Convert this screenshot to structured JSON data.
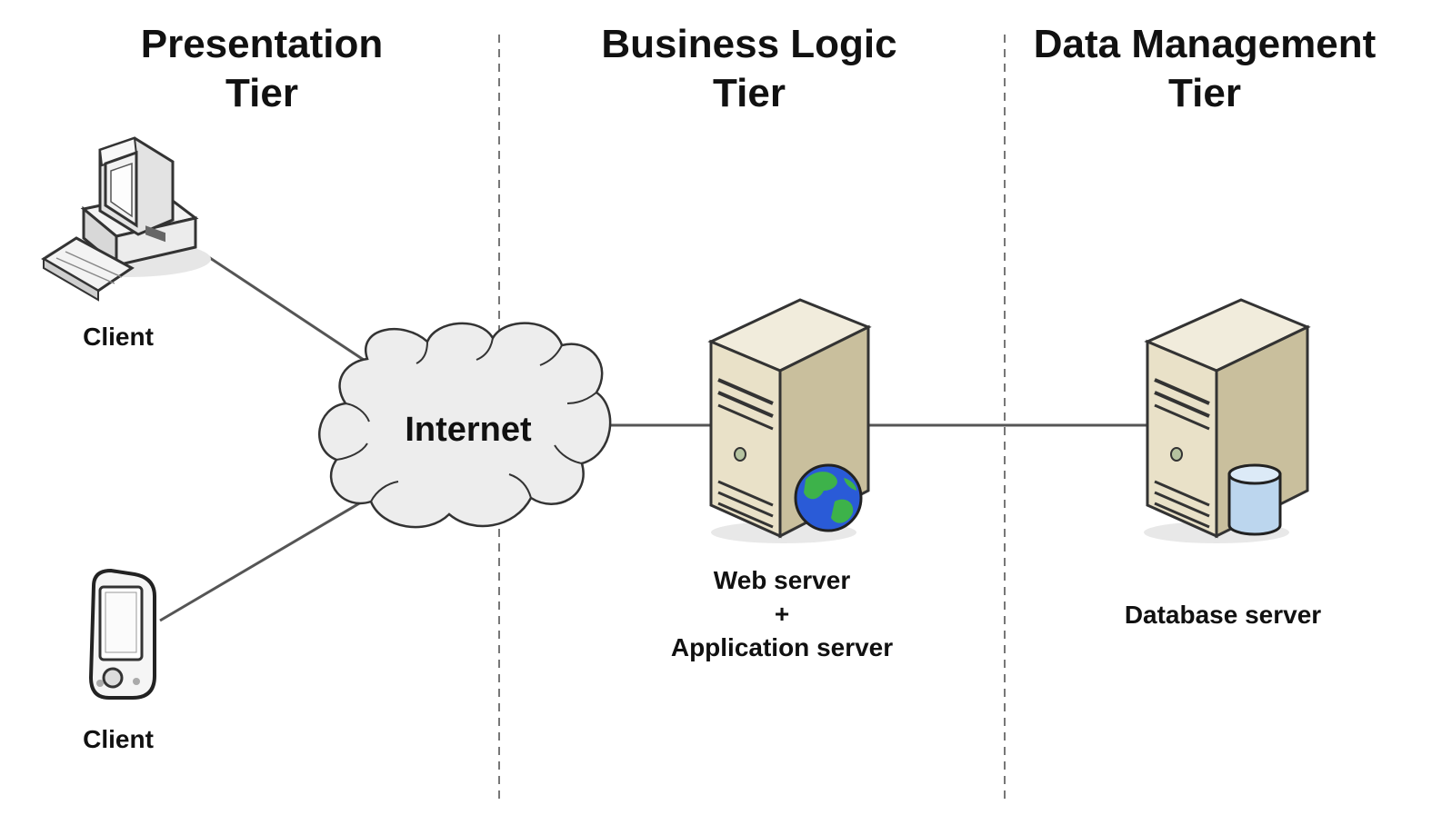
{
  "tiers": [
    {
      "line1": "Presentation",
      "line2": "Tier"
    },
    {
      "line1": "Business Logic",
      "line2": "Tier"
    },
    {
      "line1": "Data Management",
      "line2": "Tier"
    }
  ],
  "nodes": {
    "client_desktop": {
      "label": "Client",
      "icon": "desktop-computer-icon"
    },
    "client_mobile": {
      "label": "Client",
      "icon": "handheld-device-icon"
    },
    "internet": {
      "label": "Internet",
      "icon": "cloud-icon"
    },
    "web_app_server": {
      "line1": "Web server",
      "line2": "+",
      "line3": "Application server",
      "icon": "web-server-icon"
    },
    "database_server": {
      "label": "Database server",
      "icon": "database-server-icon"
    }
  },
  "colors": {
    "connector": "#555555",
    "divider": "#777777",
    "cloud_fill": "#ededed",
    "server_front": "#e9e1c8",
    "server_side": "#c9bf9d",
    "globe_ocean": "#2a5bd7",
    "globe_land": "#3db24a",
    "cylinder": "#bcd6ee"
  }
}
